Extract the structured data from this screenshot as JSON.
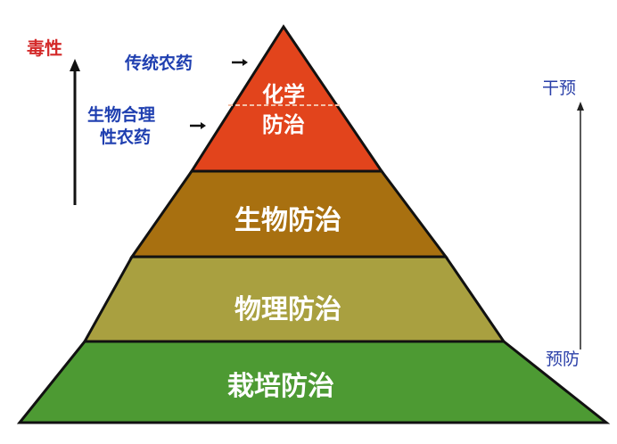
{
  "left_axis": {
    "label": "毒性",
    "color": "#d42a2a"
  },
  "right_axis": {
    "top_label": "干预",
    "bottom_label": "预防",
    "color": "#2a3fa8"
  },
  "annotations": {
    "traditional": "传统农药",
    "bio_rational_line1": "生物合理",
    "bio_rational_line2": "性农药",
    "color": "#1f3fb0"
  },
  "layers": [
    {
      "label_line1": "化学",
      "label_line2": "防治",
      "color": "#e2441c"
    },
    {
      "label": "生物防治",
      "color": "#a87010"
    },
    {
      "label": "物理防治",
      "color": "#a9a040"
    },
    {
      "label": "栽培防治",
      "color": "#4d9a33"
    }
  ]
}
